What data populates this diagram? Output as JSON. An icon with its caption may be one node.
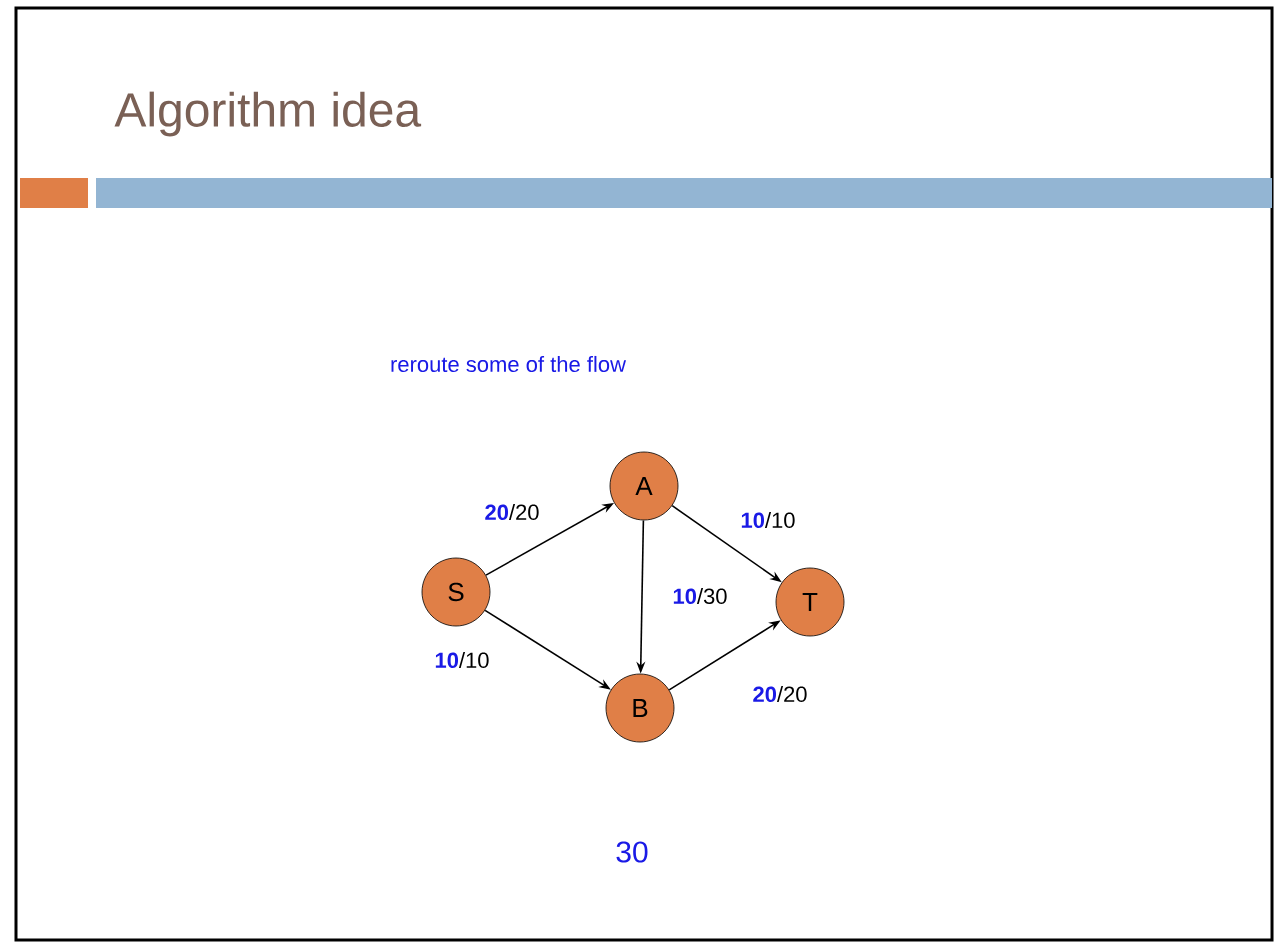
{
  "diagram": {
    "title": "Algorithm idea",
    "nodes": [
      {
        "text": [
          "S"
        ]
      },
      {
        "text": [
          "A"
        ]
      },
      {
        "text": [
          "T"
        ]
      },
      {
        "text": [
          "B"
        ]
      }
    ],
    "edges": [
      {
        "from": 0,
        "to": 1,
        "arrow": "to",
        "label": "**20**/20"
      },
      {
        "from": 0,
        "to": 3,
        "arrow": "to",
        "label": "**10**/10"
      },
      {
        "from": 1,
        "to": 3,
        "arrow": "to",
        "label": "**10**/30"
      },
      {
        "from": 1,
        "to": 2,
        "arrow": "to",
        "label": "**10**/10"
      },
      {
        "from": 3,
        "to": 2,
        "arrow": "to",
        "label": "**20**/20"
      }
    ],
    "labels": [
      "reroute some of the flow",
      "30"
    ]
  }
}
